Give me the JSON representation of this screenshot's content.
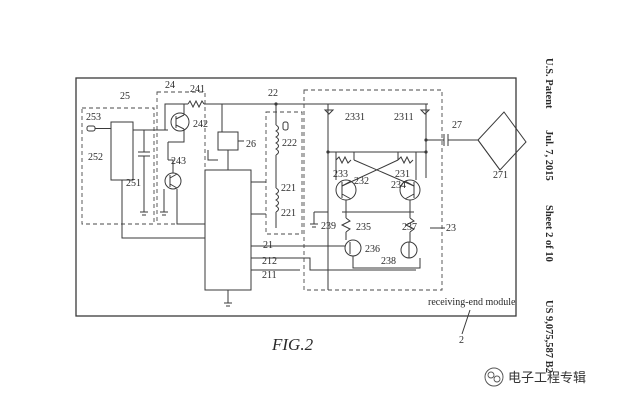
{
  "figure": {
    "caption": "FIG.2",
    "module_label": "receiving-end module",
    "module_number": "2",
    "labels": {
      "l253": "253",
      "l25": "25",
      "l252": "252",
      "l251": "251",
      "l24": "24",
      "l241": "241",
      "l242": "242",
      "l243": "243",
      "l26": "26",
      "l22": "22",
      "l222": "222",
      "l221a": "221",
      "l221b": "221",
      "l21": "21",
      "l212": "212",
      "l211": "211",
      "l2331": "2331",
      "l2311": "2311",
      "l27": "27",
      "l271": "271",
      "l233": "233",
      "l232": "232",
      "l231": "231",
      "l234": "234",
      "l235": "235",
      "l237": "237",
      "l236": "236",
      "l238": "238",
      "l239": "239",
      "l23": "23"
    }
  },
  "header": {
    "patent": "U.S. Patent",
    "date": "Jul. 7, 2015",
    "sheet": "Sheet 2 of 10",
    "number": "US 9,075,587 B2"
  },
  "watermark": {
    "text": "电子工程专辑"
  }
}
